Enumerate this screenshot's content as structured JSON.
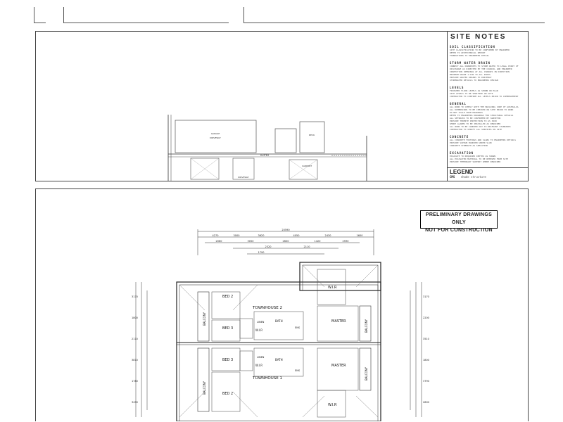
{
  "site_notes": {
    "title": "SITE NOTES",
    "sections": [
      {
        "heading": "SOIL CLASSIFICATION",
        "lines": [
          "SITE CLASSIFICATION TO BE CONFIRMED BY ENGINEER",
          "REFER TO GEOTECHNICAL REPORT",
          "FOUNDATIONS TO ENGINEERS DETAIL"
        ]
      },
      {
        "heading": "STORM WATER DRAIN",
        "lines": [
          "CONNECT ALL DOWNPIPES TO STORM WATER TO LEGAL POINT OF",
          "DISCHARGE AS DIRECTED BY THE COUNCIL AND ENGINEER",
          "INSPECTION OPENINGS AT ALL CHANGES IN DIRECTION",
          "MINIMUM GRADE 1:100 TO ALL PIPES",
          "PROVIDE GRATED DRAINS TO DRIVEWAY",
          "STORMWATER DETAILS TO ENGINEERS DESIGN"
        ]
      },
      {
        "heading": "LEVELS",
        "lines": [
          "FINISHED FLOOR LEVELS AS SHOWN ON PLAN",
          "SITE LEVELS TO BE VERIFIED ON SITE",
          "CONTRACTOR TO CONFIRM ALL LEVELS PRIOR TO COMMENCEMENT"
        ]
      },
      {
        "heading": "GENERAL",
        "lines": [
          "ALL WORK TO COMPLY WITH THE BUILDING CODE OF AUSTRALIA",
          "ALL DIMENSIONS TO BE CHECKED ON SITE PRIOR TO WORK",
          "DO NOT SCALE FROM DRAWINGS",
          "REFER TO ENGINEERS DRAWINGS FOR STRUCTURAL DETAILS",
          "ALL SETBACKS TO BE CONFIRMED BY SURVEYOR",
          "PROVIDE TERMITE PROTECTION TO AS 3660",
          "SMOKE ALARMS TO BE INSTALLED AS REQUIRED",
          "ALL WORK TO BE CARRIED OUT TO RELEVANT STANDARDS",
          "CONTRACTOR TO VERIFY ALL SERVICES ON SITE"
        ]
      },
      {
        "heading": "CONCRETE",
        "lines": [
          "ALL CONCRETE FOOTINGS AND SLABS TO ENGINEERS DETAILS",
          "PROVIDE VAPOUR BARRIER UNDER SLAB",
          "CONCRETE STRENGTH AS SPECIFIED"
        ]
      },
      {
        "heading": "EXCAVATION",
        "lines": [
          "EXCAVATE TO REQUIRED DEPTHS AS SHOWN",
          "ALL EXCAVATED MATERIAL TO BE REMOVED FROM SITE",
          "PROVIDE TEMPORARY SUPPORT WHERE REQUIRED"
        ]
      }
    ]
  },
  "legend": {
    "title": "LEGEND",
    "items": [
      {
        "code": "CMS",
        "text": "shade structure"
      }
    ]
  },
  "site_plan": {
    "labels": [
      "GARAGE",
      "DRIVEWAY",
      "SUITES",
      "DECK",
      "CARPORT",
      "DRIVEWAY"
    ]
  },
  "stamp": {
    "line1": "PRELIMINARY DRAWINGS ONLY",
    "line2": "NOT FOR CONSTRUCTION"
  },
  "floor_plan": {
    "rooms": {
      "th2": "TOWNHOUSE 2",
      "th1": "TOWNHOUSE 1",
      "bed2_top": "BED 2",
      "bed3_top": "BED 3",
      "bed3_bot": "BED 3",
      "bed2_bot": "BED 2",
      "master_top": "MASTER",
      "master_bot": "MASTER",
      "wir_top_right": "W.I.R",
      "wir_top_left": "W.I.R",
      "wir_bot_left": "W.I.R",
      "wir_bot_right": "W.I.R",
      "bath_top": "BATH",
      "bath_bot": "BATH",
      "linen_top": "LINEN",
      "linen_bot": "LINEN",
      "ens_top": "ENS",
      "ens_bot": "ENS",
      "balcony_left_top": "BALCONY",
      "balcony_left_bot": "BALCONY",
      "balcony_right_top": "BALCONY",
      "balcony_right_bot": "BALCONY"
    },
    "dims_top": [
      "20590",
      "4270",
      "3000",
      "3620",
      "4050",
      "2430",
      "1600",
      "2060",
      "3050",
      "2600",
      "1420",
      "2590",
      "2320",
      "2110",
      "1790"
    ],
    "dims_left": [
      "3170",
      "1800",
      "2110",
      "3810",
      "1780",
      "3490"
    ],
    "dims_right": [
      "3170",
      "2200",
      "3510",
      "1800",
      "3790",
      "2800"
    ]
  }
}
